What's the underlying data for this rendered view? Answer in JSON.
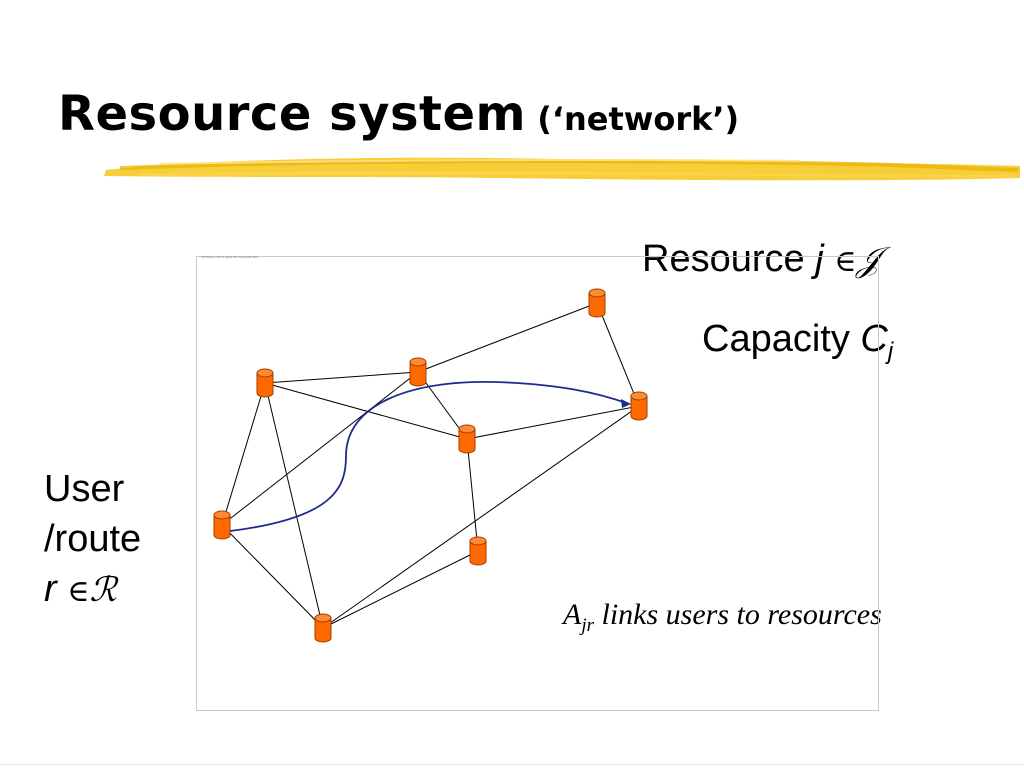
{
  "slide": {
    "title_main": "Resource system",
    "title_sub": "(‘network’)",
    "resource_text": "Resource",
    "resource_var": "j",
    "element_of": "∈",
    "resource_set": "𝒥",
    "capacity_text": "Capacity",
    "capacity_var": "C",
    "capacity_sub": "j",
    "user_line1": "User",
    "user_line2": "/route",
    "route_var": "r",
    "route_set": "ℛ",
    "matrix_var": "A",
    "matrix_sub": "jr",
    "matrix_text": "links users to resources",
    "frame_caption": "Q3 Easy Link to save file as protected"
  },
  "colors": {
    "highlight": "#f5c518",
    "node_fill": "#ff6a00",
    "node_stroke": "#a03c00",
    "route": "#1f2a8c",
    "edge": "#000000",
    "frame": "#c8c8c8"
  },
  "diagram": {
    "nodes": [
      {
        "id": "n1",
        "label": ""
      },
      {
        "id": "n2",
        "label": ""
      },
      {
        "id": "n3",
        "label": ""
      },
      {
        "id": "n4",
        "label": ""
      },
      {
        "id": "n5",
        "label": ""
      },
      {
        "id": "n6",
        "label": ""
      },
      {
        "id": "n7",
        "label": ""
      },
      {
        "id": "n8",
        "label": ""
      }
    ],
    "edges": [
      [
        "n1",
        "n2"
      ],
      [
        "n2",
        "n3"
      ],
      [
        "n3",
        "n4"
      ],
      [
        "n1",
        "n5"
      ],
      [
        "n1",
        "n6"
      ],
      [
        "n1",
        "n7"
      ],
      [
        "n2",
        "n6"
      ],
      [
        "n2",
        "n5"
      ],
      [
        "n5",
        "n4"
      ],
      [
        "n4",
        "n7"
      ],
      [
        "n5",
        "n8"
      ],
      [
        "n8",
        "n7"
      ],
      [
        "n6",
        "n7"
      ]
    ],
    "route": [
      "n6",
      "n4"
    ]
  }
}
